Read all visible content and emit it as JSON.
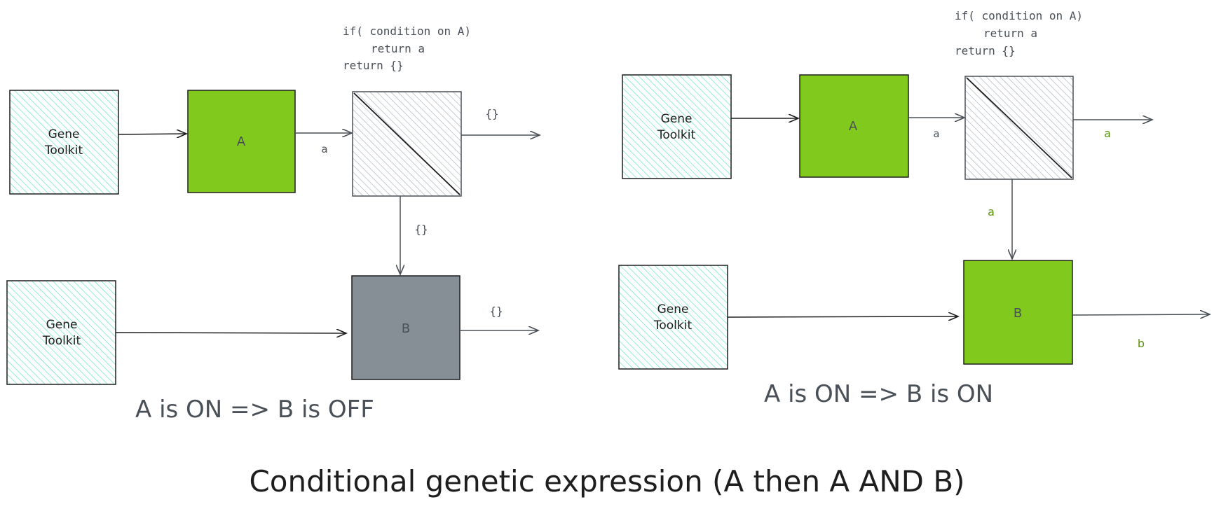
{
  "title": "Conditional genetic expression (A then A AND B)",
  "colors": {
    "toolkit_fill": "#63e6be",
    "active_fill": "#82c91e",
    "inactive_fill": "#868e96",
    "gate_fill": "#ced4da",
    "stroke": "#1e1e1e",
    "arrow": "#495057",
    "green_text": "#5c940d"
  },
  "left": {
    "toolkit_top_label": [
      "Gene",
      "Toolkit"
    ],
    "toolkit_bottom_label": [
      "Gene",
      "Toolkit"
    ],
    "node_a_label": "A",
    "node_b_label": "B",
    "gate_code": [
      "if( condition on A)",
      "return a",
      "return {}"
    ],
    "edge_a_to_gate": "a",
    "gate_right_out": "{}",
    "gate_down_out": "{}",
    "b_out": "{}",
    "caption": "A is ON => B is OFF"
  },
  "right": {
    "toolkit_top_label": [
      "Gene",
      "Toolkit"
    ],
    "toolkit_bottom_label": [
      "Gene",
      "Toolkit"
    ],
    "node_a_label": "A",
    "node_b_label": "B",
    "gate_code": [
      "if( condition on A)",
      "return a",
      "return {}"
    ],
    "edge_a_to_gate": "a",
    "gate_right_out": "a",
    "gate_down_out": "a",
    "b_out": "b",
    "caption": "A is ON => B is ON"
  }
}
